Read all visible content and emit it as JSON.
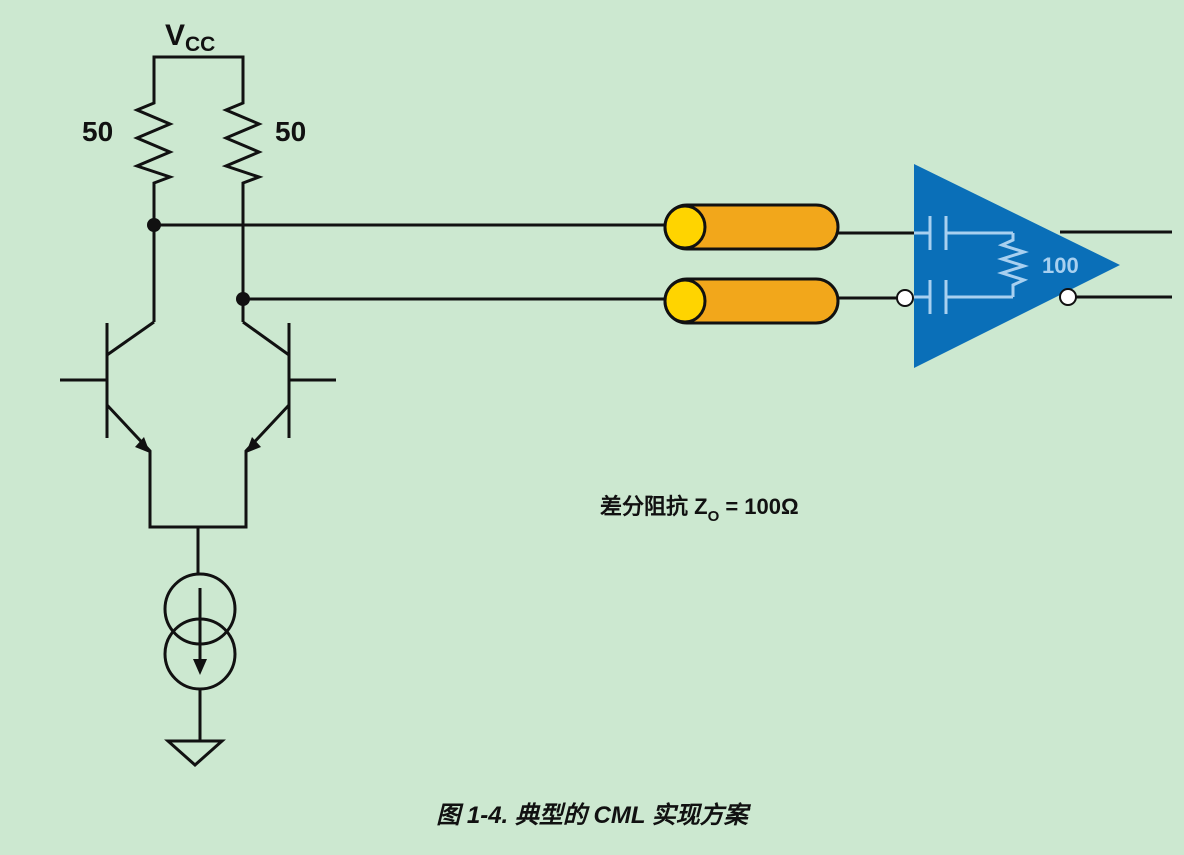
{
  "labels": {
    "vcc_main": "V",
    "vcc_sub": "CC",
    "r_left": "50",
    "r_right": "50",
    "termination": "100",
    "impedance_prefix": "差分阻抗 Z",
    "impedance_sub": "O",
    "impedance_suffix": " = 100Ω"
  },
  "caption": "图 1-4. 典型的 CML 实现方案",
  "colors": {
    "background": "#cce8d0",
    "wire": "#111111",
    "cable_body": "#f2a71b",
    "cable_end": "#ffd400",
    "receiver": "#0a6fb8",
    "receiver_inner": "#a8d0f0"
  }
}
